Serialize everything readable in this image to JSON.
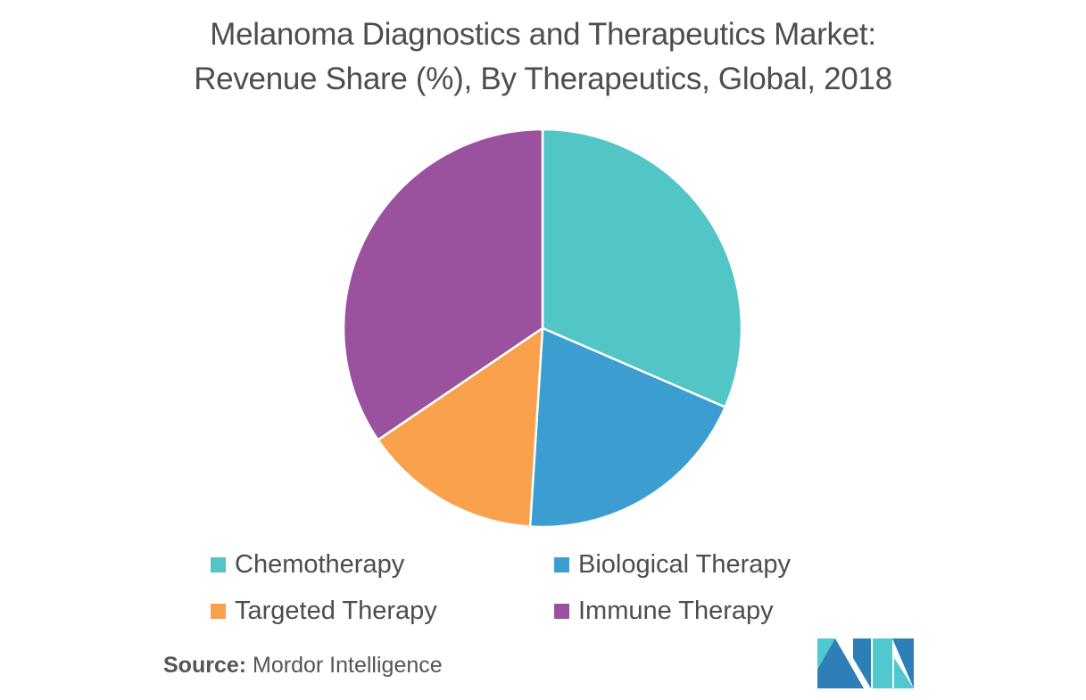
{
  "chart_data": {
    "type": "pie",
    "title": "Melanoma Diagnostics and Therapeutics Market:",
    "subtitle": "Revenue Share (%), By Therapeutics, Global, 2018",
    "categories": [
      "Chemotherapy",
      "Biological Therapy",
      "Targeted Therapy",
      "Immune Therapy"
    ],
    "values": [
      31.5,
      19.5,
      14.5,
      34.5
    ],
    "colors": [
      "#52c5c6",
      "#3c9dd1",
      "#f9a14c",
      "#9a529f"
    ],
    "legend_placement": "bottom",
    "legend_columns": 2,
    "start_angle_deg": 0,
    "direction": "clockwise"
  },
  "source": {
    "label": "Source:",
    "value": "Mordor Intelligence"
  },
  "logo": {
    "name": "mordor-intelligence-logo",
    "colors": [
      "#2e7fb8",
      "#4fc8cf"
    ]
  }
}
